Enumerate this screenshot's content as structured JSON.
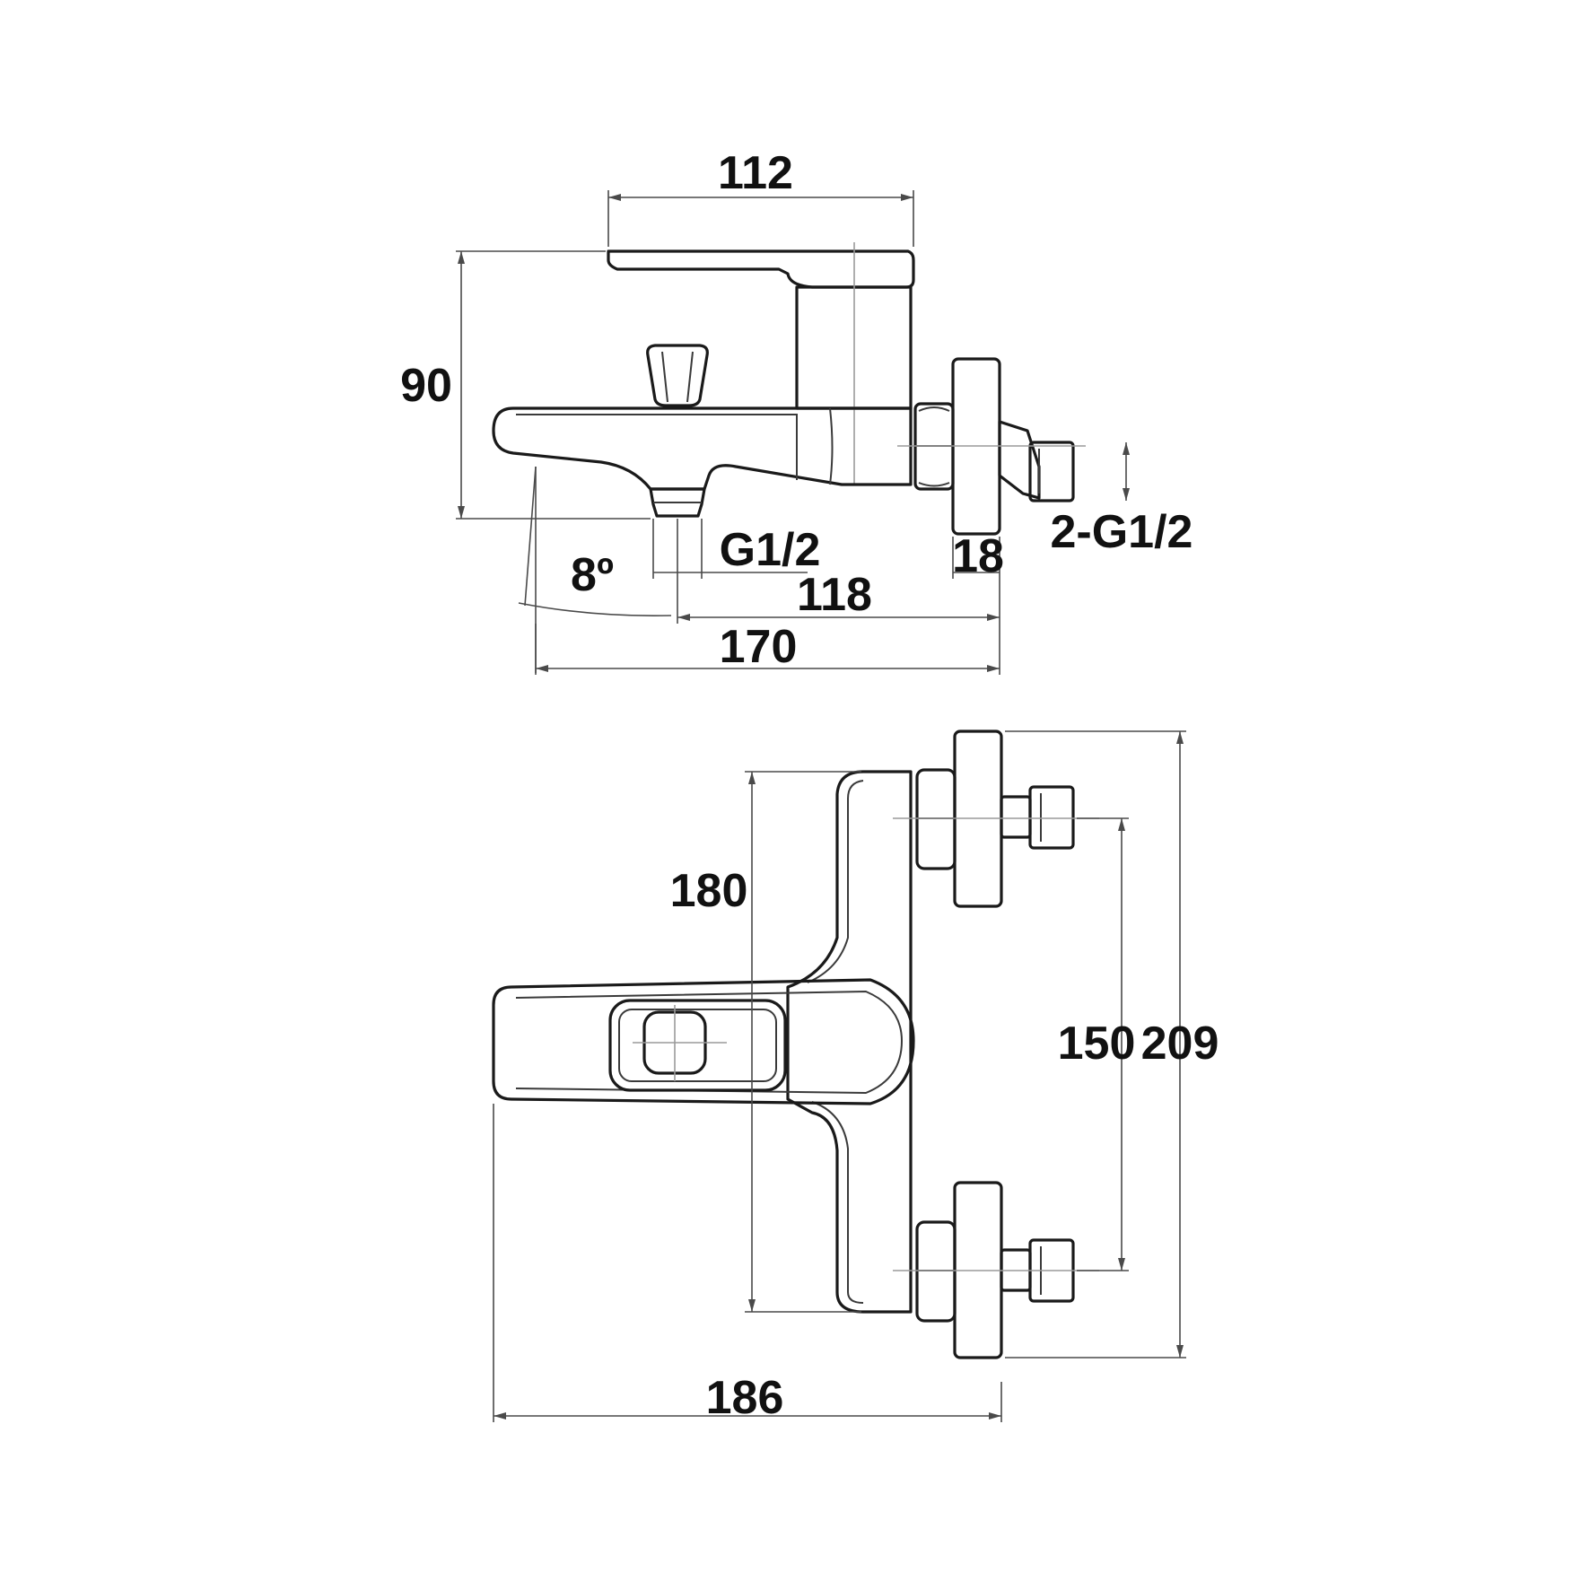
{
  "side_view": {
    "dims": {
      "handle_width": "112",
      "height": "90",
      "outlet_thread": "G1/2",
      "angle": "8º",
      "wall_offset": "18",
      "outlet_to_wall": "118",
      "total_depth": "170",
      "inlet_thread": "2-G1/2"
    }
  },
  "front_view": {
    "dims": {
      "body_height": "180",
      "inlet_centers": "150",
      "total_height": "209",
      "total_width": "186"
    }
  }
}
